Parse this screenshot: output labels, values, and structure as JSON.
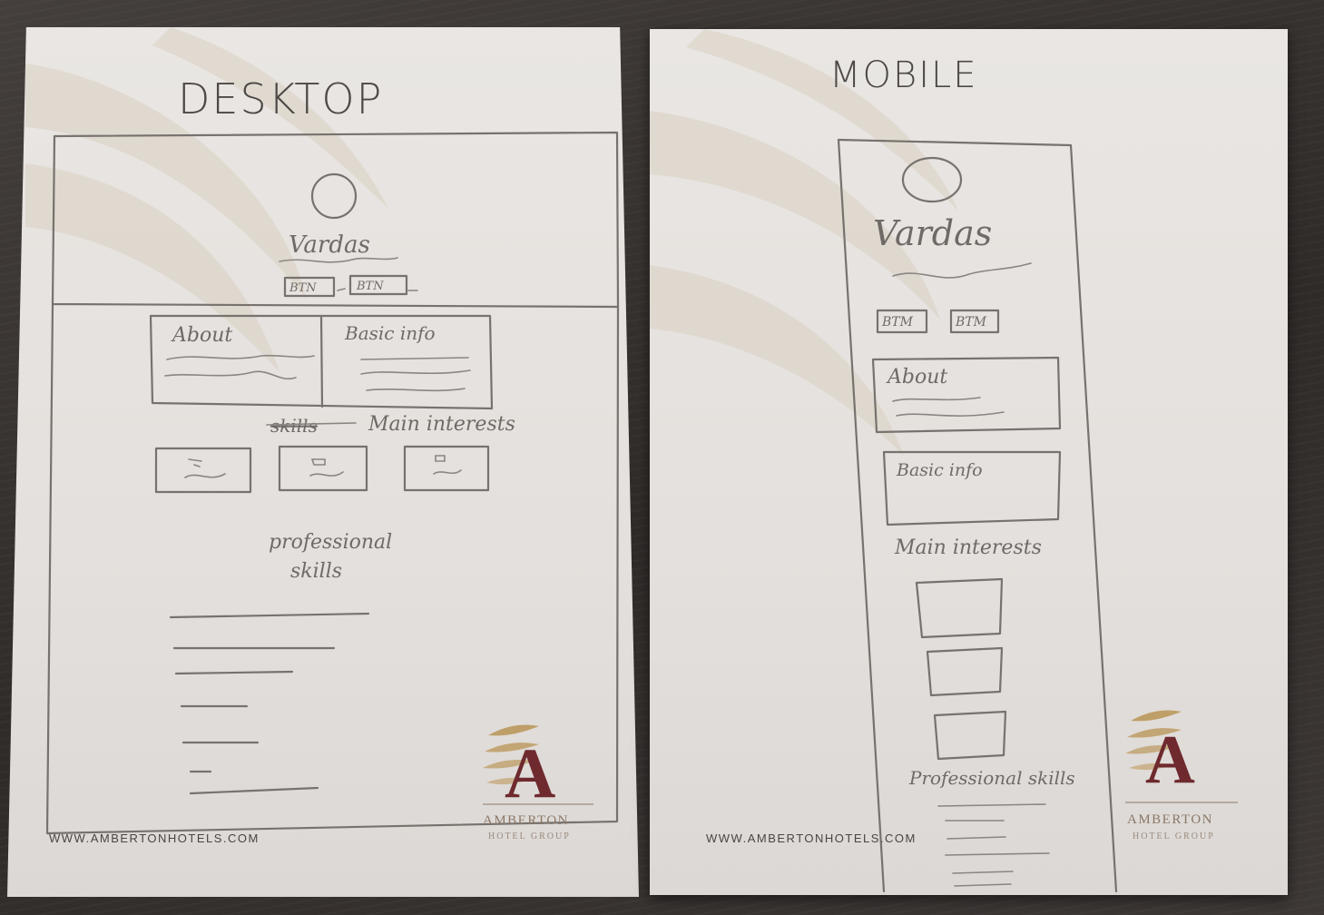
{
  "sheets": {
    "desktop": {
      "title": "DESKTOP",
      "name": "Vardas",
      "btn1": "BTN",
      "btn2": "BTN",
      "about": "About",
      "basic_info": "Basic info",
      "struck_word": "skills",
      "main_interests": "Main interests",
      "professional_line1": "professional",
      "professional_line2": "skills",
      "footer_url": "WWW.AMBERTONHOTELS.COM"
    },
    "mobile": {
      "title": "MOBILE",
      "name": "Vardas",
      "btn1": "BTM",
      "btn2": "BTM",
      "about": "About",
      "basic_info": "Basic info",
      "main_interests": "Main interests",
      "professional": "Professional skills",
      "footer_url": "WWW.AMBERTONHOTELS.COM"
    }
  },
  "brand": {
    "letter": "A",
    "name": "AMBERTON",
    "sub": "HOTEL GROUP",
    "color_letter": "#6e2a2e",
    "color_wing": "#b99454"
  }
}
